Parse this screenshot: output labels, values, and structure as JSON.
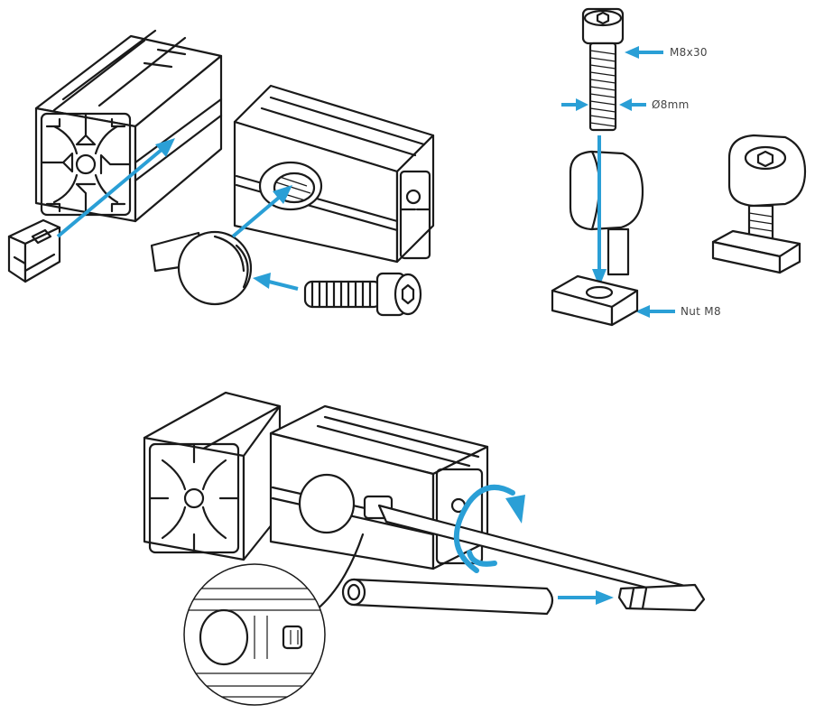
{
  "colors": {
    "accent": "#2a9fd6",
    "line": "#1a1a1a",
    "label": "#444444",
    "background": "#ffffff"
  },
  "labels": {
    "bolt": "M8x30",
    "diameter": "Ø8mm",
    "nut": "Nut M8"
  },
  "icons": {
    "rotation": "rotate-arrow-icon",
    "profile": "aluminum-profile",
    "screw": "hex-socket-screw",
    "nut": "t-slot-nut"
  }
}
